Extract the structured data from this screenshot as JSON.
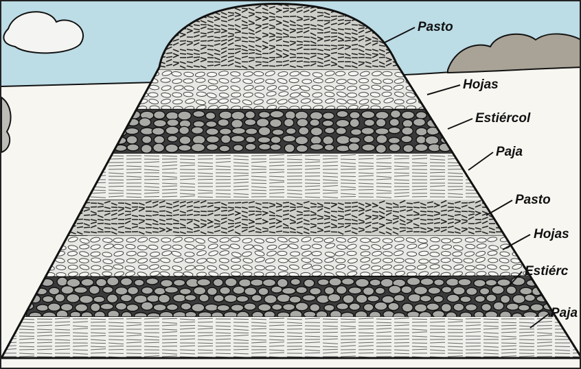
{
  "diagram": {
    "labels": [
      "Pasto",
      "Hojas",
      "Estiércol",
      "Paja",
      "Pasto",
      "Hojas",
      "Estiérc",
      "Paja"
    ],
    "layers": [
      {
        "material": "grass"
      },
      {
        "material": "leaves"
      },
      {
        "material": "manure"
      },
      {
        "material": "straw"
      },
      {
        "material": "grass"
      },
      {
        "material": "leaves"
      },
      {
        "material": "manure"
      },
      {
        "material": "straw"
      }
    ],
    "colors": {
      "sky": "#bcdce6",
      "ground": "#f7f6f1",
      "ink": "#111111",
      "stone": "#a9a9a6",
      "light_fill": "#efefeb"
    }
  }
}
